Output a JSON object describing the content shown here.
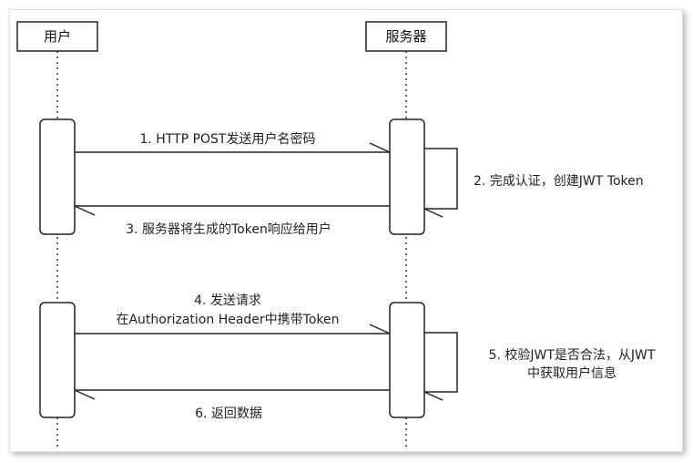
{
  "participants": {
    "user": "用户",
    "server": "服务器"
  },
  "messages": {
    "m1": "1. HTTP POST发送用户名密码",
    "m2": "2. 完成认证，创建JWT Token",
    "m3": "3. 服务器将生成的Token响应给用户",
    "m4_line1": "4. 发送请求",
    "m4_line2": "在Authorization Header中携带Token",
    "m5_line1": "5. 校验JWT是否合法，从JWT",
    "m5_line2": "中获取用户信息",
    "m6": "6. 返回数据"
  }
}
